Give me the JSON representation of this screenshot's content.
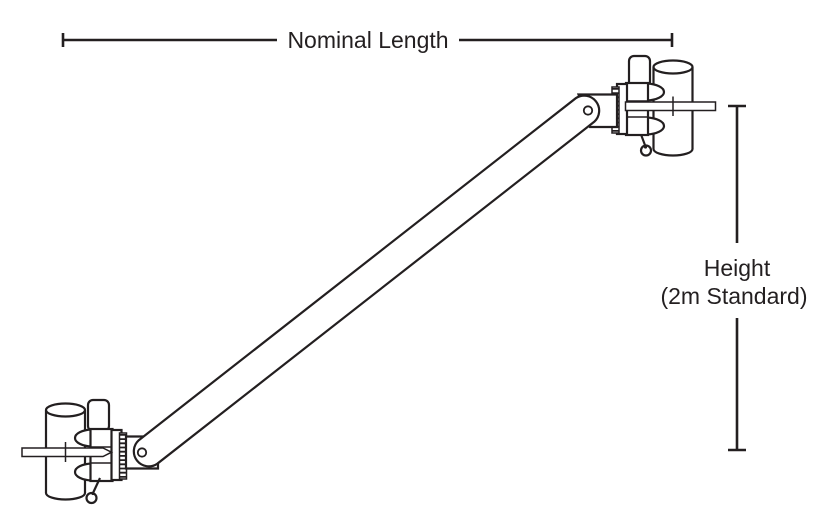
{
  "diagram": {
    "type": "technical-line-drawing",
    "subject": "scaffolding diagonal brace with wedge couplers attached to two vertical standards",
    "labels": {
      "nominal_length": "Nominal Length",
      "height_line1": "Height",
      "height_line2": "(2m Standard)"
    },
    "colors": {
      "ink": "#231f20",
      "background": "#ffffff"
    }
  }
}
